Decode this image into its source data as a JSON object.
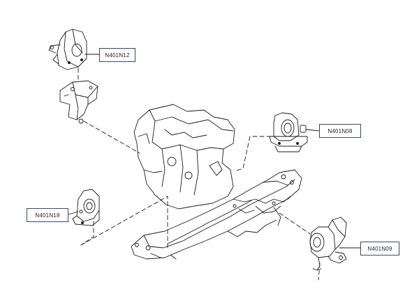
{
  "labels": {
    "n12": "N401N12",
    "n08": "N401N08",
    "n18": "N401N18",
    "n09": "N401N09"
  },
  "colors": {
    "line": "#1a1a1a",
    "callout_border": "#3a4a5a",
    "background": "#ffffff"
  }
}
